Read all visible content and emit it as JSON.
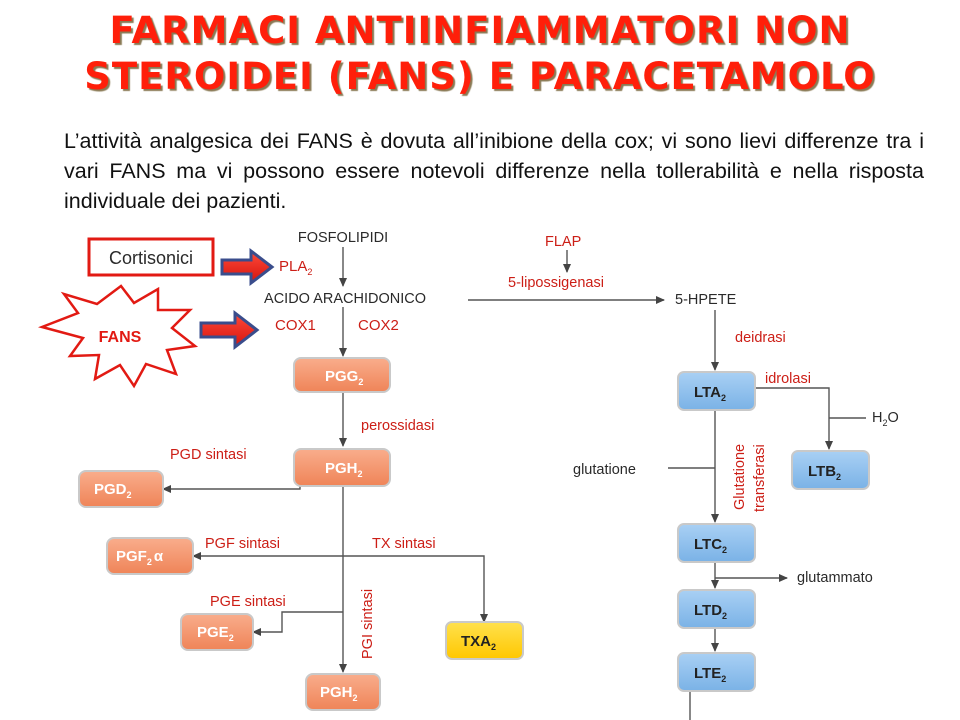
{
  "title": {
    "line1": "FARMACI ANTIINFIAMMATORI NON",
    "line2": "STEROIDEI (FANS) E PARACETAMOLO"
  },
  "intro": {
    "line1": "L’attività analgesica dei FANS è dovuta all’inibione della cox; vi sono lievi",
    "line2": "differenze tra i vari FANS ma vi possono essere notevoli differenze nella",
    "line3": "tollerabilità e nella risposta individuale dei pazienti."
  },
  "drugs": {
    "cortisonici": "Cortisonici",
    "fans": "FANS"
  },
  "pathway": {
    "fosfolipidi": "FOSFOLIPIDI",
    "pla": "PLA",
    "pla_sub": "2",
    "acido": "ACIDO ARACHIDONICO",
    "cox1": "COX1",
    "cox2": "COX2",
    "flap": "FLAP",
    "lipossigenasi": "5-lipossigenasi",
    "hpete": "5-HPETE",
    "pgg": "PGG",
    "pgg_sub": "2",
    "perossidasi": "perossidasi",
    "pgh": "PGH",
    "pgh_sub": "2",
    "pgd_sintasi": "PGD sintasi",
    "pgd": "PGD",
    "pgd_sub": "2",
    "pgf_sintasi": "PGF sintasi",
    "pgf": "PGF",
    "pgf_sub": "2",
    "pgf_alpha": "α",
    "tx_sintasi": "TX sintasi",
    "pge_sintasi": "PGE sintasi",
    "pge": "PGE",
    "pge_sub": "2",
    "pgi_sintasi": "PGI sintasi",
    "txa": "TXA",
    "txa_sub": "2",
    "pgh_bottom": "PGH",
    "pgh_bottom_sub": "2",
    "deidrasi": "deidrasi",
    "lta": "LTA",
    "lta_sub": "2",
    "idrolasi": "idrolasi",
    "h2o_h": "H",
    "h2o_sub": "2",
    "h2o_o": "O",
    "ltb": "LTB",
    "ltb_sub": "2",
    "glutatione": "glutatione",
    "glut_trans_1": "Glutatione",
    "glut_trans_2": "transferasi",
    "ltc": "LTC",
    "ltc_sub": "2",
    "glutammato": "glutammato",
    "ltd": "LTD",
    "ltd_sub": "2",
    "lte": "LTE",
    "lte_sub": "2"
  },
  "colors": {
    "title": "#ff1f0a",
    "orange_box": "#f4926a",
    "blue_box": "#8ec0ec",
    "yellow_box": "#ffd21a",
    "red_arrow": "#e0201a",
    "blue_arrow": "#3a4d8c",
    "box_border": "#c9c9c9"
  }
}
